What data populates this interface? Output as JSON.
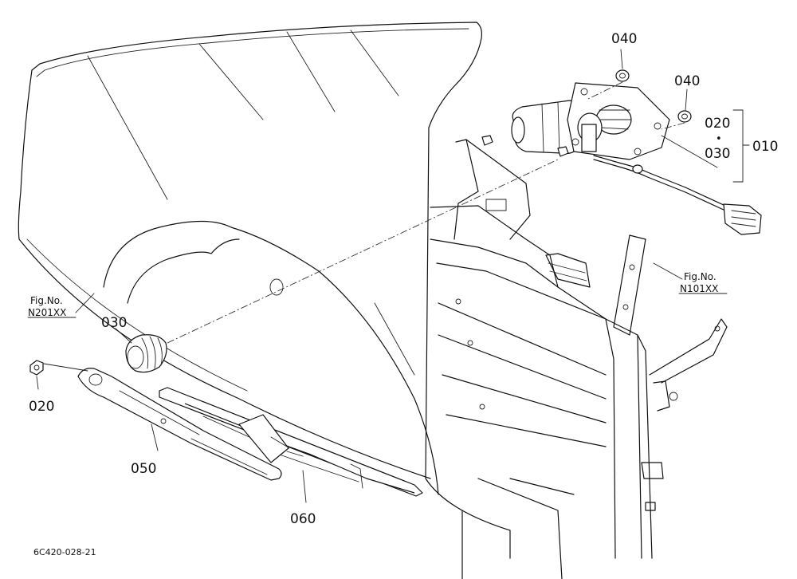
{
  "parts": [
    {
      "number": "040"
    },
    {
      "number": "040"
    },
    {
      "number": "020"
    },
    {
      "number": "030"
    },
    {
      "number": "010"
    },
    {
      "number": "030"
    },
    {
      "number": "020"
    },
    {
      "number": "050"
    },
    {
      "number": "060"
    }
  ],
  "bracket_dot": "•",
  "refs": [
    {
      "line1": "Fig.No.",
      "line2": "N201XX"
    },
    {
      "line1": "Fig.No.",
      "line2": "N101XX"
    }
  ],
  "drawing_code": "6C420-028-21"
}
